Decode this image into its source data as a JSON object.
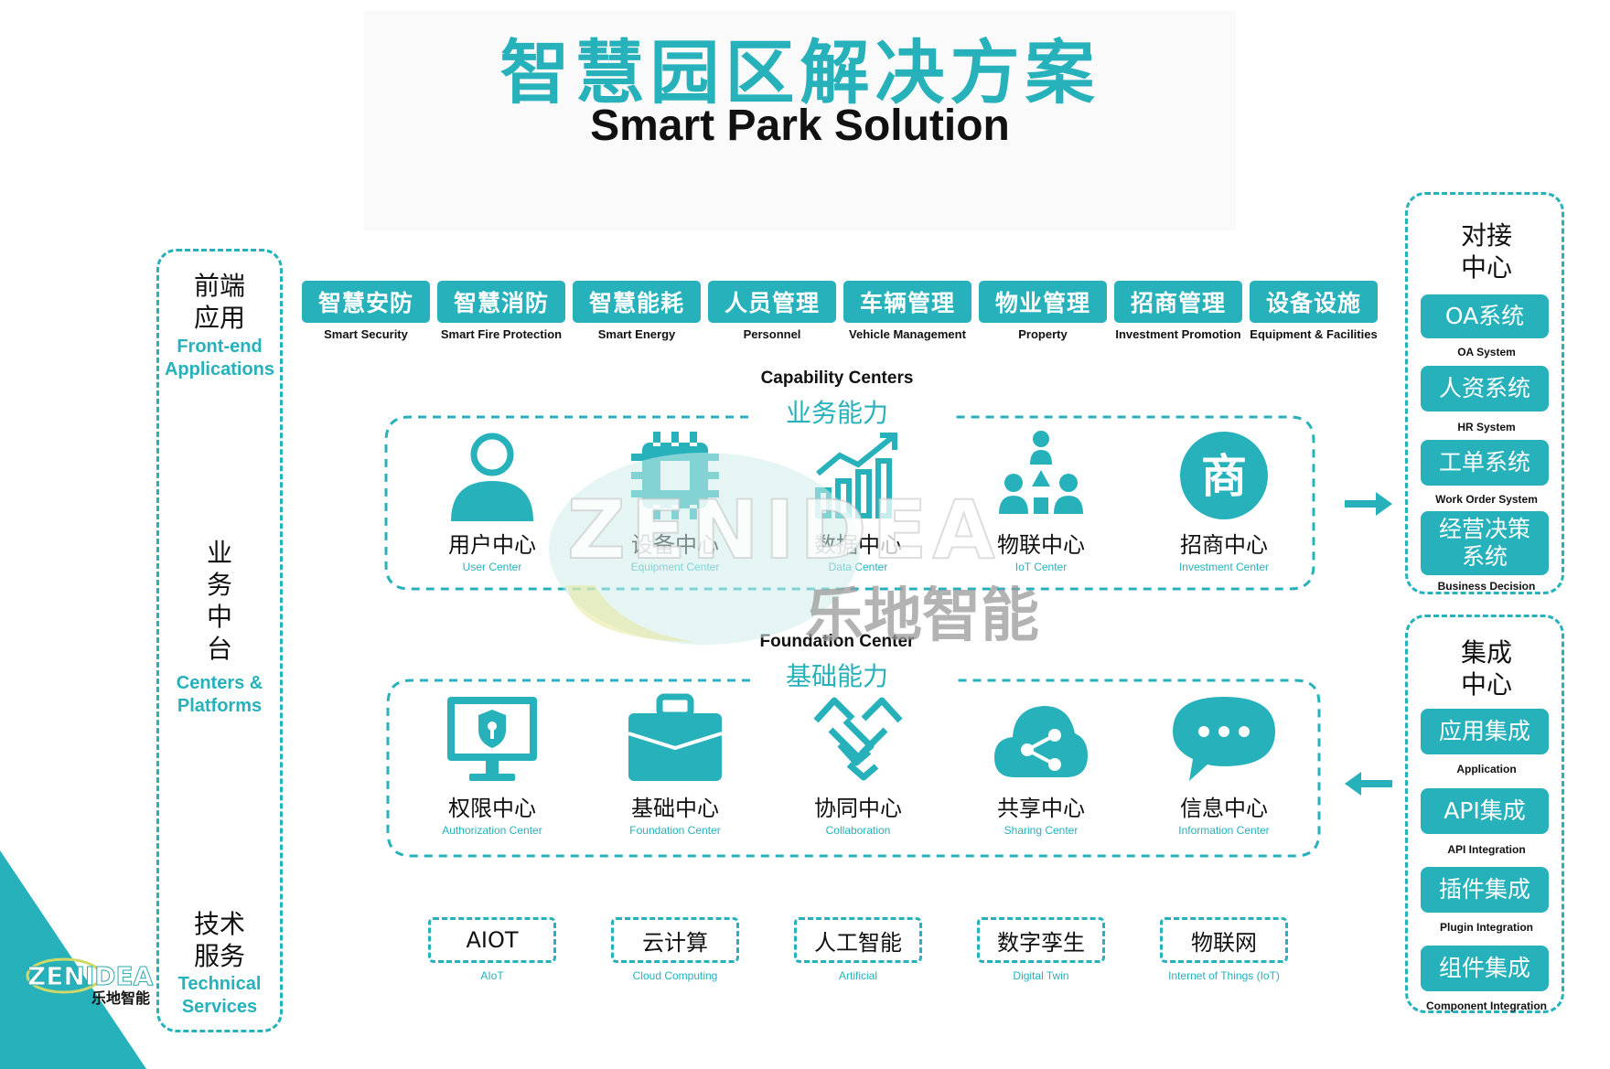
{
  "header": {
    "title_cn": "智慧园区解决方案",
    "title_en": "Smart Park Solution"
  },
  "layers": {
    "frontend": {
      "cn_line1": "前端",
      "cn_line2": "应用",
      "en_line1": "Front-end",
      "en_line2": "Applications"
    },
    "middle": {
      "cn_chars": [
        "业",
        "务",
        "中",
        "台"
      ],
      "en_line1": "Centers &",
      "en_line2": "Platforms"
    },
    "tech": {
      "cn_line1": "技术",
      "cn_line2": "服务",
      "en_line1": "Technical",
      "en_line2": "Services"
    }
  },
  "apps": [
    {
      "cn": "智慧安防",
      "en": "Smart Security"
    },
    {
      "cn": "智慧消防",
      "en": "Smart Fire Protection"
    },
    {
      "cn": "智慧能耗",
      "en": "Smart Energy"
    },
    {
      "cn": "人员管理",
      "en": "Personnel"
    },
    {
      "cn": "车辆管理",
      "en": "Vehicle Management"
    },
    {
      "cn": "物业管理",
      "en": "Property"
    },
    {
      "cn": "招商管理",
      "en": "Investment Promotion"
    },
    {
      "cn": "设备设施",
      "en": "Equipment & Facilities"
    }
  ],
  "capability": {
    "en": "Capability Centers",
    "cn": "业务能力",
    "items": [
      {
        "cn": "用户中心",
        "en": "User Center",
        "icon": "user-icon"
      },
      {
        "cn": "设备中心",
        "en": "Equipment Center",
        "icon": "chip-icon"
      },
      {
        "cn": "数据中心",
        "en": "Data Center",
        "icon": "growth-chart-icon"
      },
      {
        "cn": "物联中心",
        "en": "IoT Center",
        "icon": "network-people-icon"
      },
      {
        "cn": "招商中心",
        "en": "Investment Center",
        "icon": "shang-badge-icon",
        "badge": "商"
      }
    ]
  },
  "foundation": {
    "en": "Foundation Center",
    "cn": "基础能力",
    "items": [
      {
        "cn": "权限中心",
        "en": "Authorization Center",
        "icon": "monitor-shield-icon"
      },
      {
        "cn": "基础中心",
        "en": "Foundation Center",
        "icon": "briefcase-icon"
      },
      {
        "cn": "协同中心",
        "en": "Collaboration",
        "icon": "handshake-icon"
      },
      {
        "cn": "共享中心",
        "en": "Sharing Center",
        "icon": "cloud-share-icon"
      },
      {
        "cn": "信息中心",
        "en": "Information Center",
        "icon": "chat-bubble-icon"
      }
    ]
  },
  "tech_services": [
    {
      "cn": "AIOT",
      "en": "AIoT"
    },
    {
      "cn": "云计算",
      "en": "Cloud Computing"
    },
    {
      "cn": "人工智能",
      "en": "Artificial"
    },
    {
      "cn": "数字孪生",
      "en": "Digital Twin"
    },
    {
      "cn": "物联网",
      "en": "Internet of Things (IoT)"
    }
  ],
  "docking": {
    "title_line1": "对接",
    "title_line2": "中心",
    "items": [
      {
        "cn": "OA系统",
        "en": "OA System"
      },
      {
        "cn": "人资系统",
        "en": "HR System"
      },
      {
        "cn": "工单系统",
        "en": "Work Order System"
      },
      {
        "cn_line1": "经营决策",
        "cn_line2": "系统",
        "en": "Business Decision"
      }
    ]
  },
  "integration": {
    "title_line1": "集成",
    "title_line2": "中心",
    "items": [
      {
        "cn": "应用集成",
        "en": "Application"
      },
      {
        "cn": "API集成",
        "en": "API Integration"
      },
      {
        "cn": "插件集成",
        "en": "Plugin Integration"
      },
      {
        "cn": "组件集成",
        "en": "Component Integration"
      }
    ]
  },
  "watermark": {
    "logo_text": "ZENIDEA",
    "brand_cn": "乐地智能"
  },
  "colors": {
    "accent": "#26b1bb",
    "text": "#111111",
    "watermark": "#9a9a9a"
  }
}
